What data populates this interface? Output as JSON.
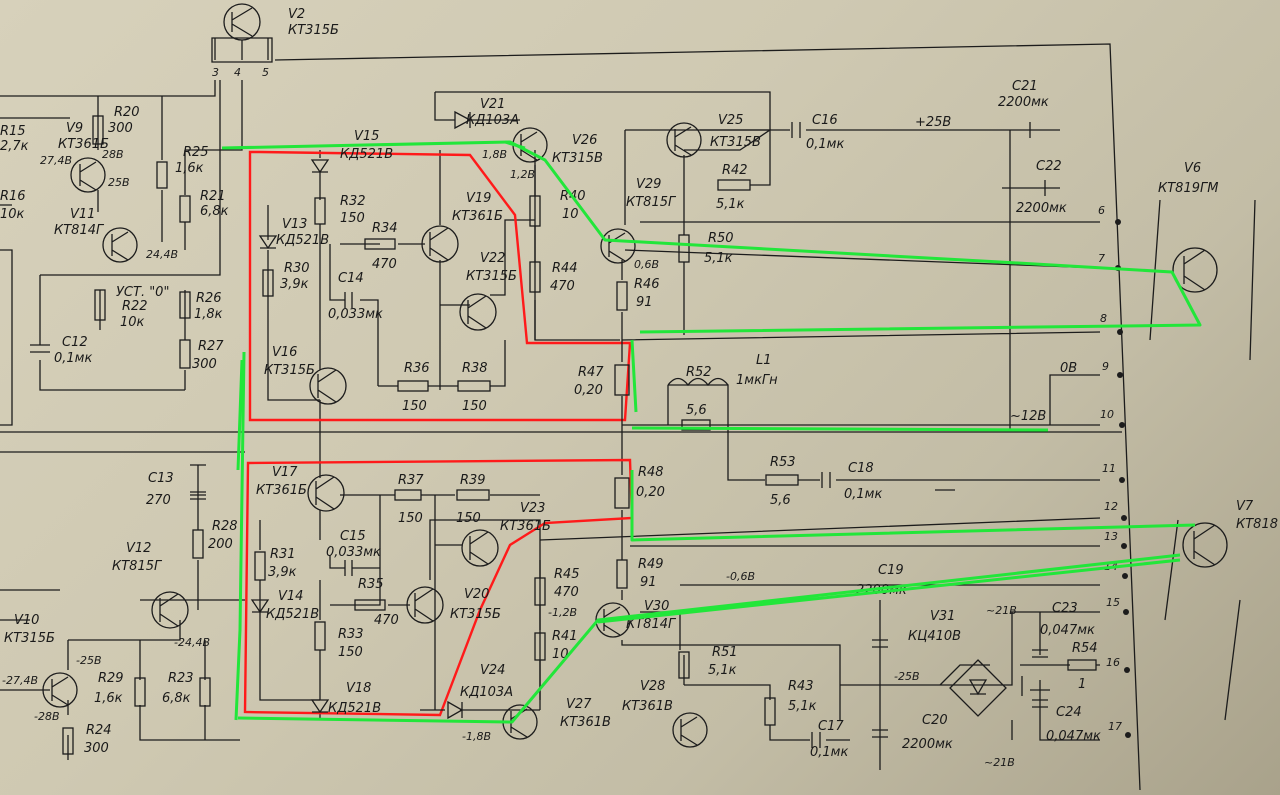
{
  "labels": {
    "V2": "V2",
    "V2_type": "КТ315Б",
    "V2_p3": "3",
    "V2_p4": "4",
    "V2_p5": "5",
    "V9": "V9",
    "V9_type": "КТ361Б",
    "V9_v": "27,4В",
    "V9_v2": "28В",
    "V9_v3": "25В",
    "R15": "R15",
    "R15_v": "2,7к",
    "R16": "R16",
    "R16_v": "10к",
    "R20": "R20",
    "R20_v": "300",
    "R25": "R25",
    "R25_v": "1,6к",
    "R21": "R21",
    "R21_v": "6,8к",
    "V11": "V11",
    "V11_type": "КТ814Г",
    "V11_v": "24,4В",
    "ust": "УСТ. \"0\"",
    "R22": "R22",
    "R22_v": "10к",
    "R26": "R26",
    "R26_v": "1,8к",
    "R27": "R27",
    "R27_v": "300",
    "C12": "C12",
    "C12_v": "0,1мк",
    "V15": "V15",
    "V15_type": "КД521В",
    "V21": "V21",
    "V21_type": "КД103А",
    "V21_v": "1,8В",
    "V26": "V26",
    "V26_type": "КТ315В",
    "V26_v": "1,2В",
    "V25": "V25",
    "V25_type": "КТ315В",
    "C16": "C16",
    "C16_v": "0,1мк",
    "plus25": "+25В",
    "C21": "C21",
    "C21_v": "2200мк",
    "C22": "C22",
    "C22_v": "2200мк",
    "V6": "V6",
    "V6_type": "КТ819ГМ",
    "V13": "V13",
    "V13_type": "КД521В",
    "R32": "R32",
    "R32_v": "150",
    "R34": "R34",
    "R34_v": "470",
    "V19": "V19",
    "V19_type": "КТ361Б",
    "R40": "R40",
    "R40_v": "10",
    "V29": "V29",
    "V29_type": "КТ815Г",
    "R42": "R42",
    "R42_v": "5,1к",
    "R30": "R30",
    "R30_v": "3,9к",
    "C14": "C14",
    "C14_v": "0,033мк",
    "V22": "V22",
    "V22_type": "КТ315Б",
    "R44": "R44",
    "R44_v": "470",
    "V29_v": "0,6В",
    "R50": "R50",
    "R50_v": "5,1к",
    "R46": "R46",
    "R46_v": "91",
    "V16": "V16",
    "V16_type": "КТ315Б",
    "R36": "R36",
    "R36_v": "150",
    "R38": "R38",
    "R38_v": "150",
    "R47": "R47",
    "R47_v": "0,20",
    "R52": "R52",
    "R52_v": "5,6",
    "L1": "L1",
    "L1_v": "1мкГн",
    "zero_v": "0В",
    "ac12": "~12В",
    "C13": "C13",
    "C13_v": "270",
    "V17": "V17",
    "V17_type": "КТ361Б",
    "R37": "R37",
    "R37_v": "150",
    "R39": "R39",
    "R39_v": "150",
    "R48": "R48",
    "R48_v": "0,20",
    "R53": "R53",
    "R53_v": "5,6",
    "C18": "C18",
    "C18_v": "0,1мк",
    "V7": "V7",
    "V7_type": "КТ818",
    "R28": "R28",
    "R28_v": "200",
    "V12": "V12",
    "V12_type": "КТ815Г",
    "C15": "C15",
    "C15_v": "0,033мк",
    "V23": "V23",
    "V23_type": "КТ361Б",
    "R31": "R31",
    "R31_v": "3,9к",
    "R49": "R49",
    "R49_v": "91",
    "neg06": "-0,6В",
    "C19": "C19",
    "C19_v": "2200мк",
    "V14": "V14",
    "V14_type": "КД521В",
    "R35": "R35",
    "R35_v": "470",
    "V20": "V20",
    "V20_type": "КТ315Б",
    "R45": "R45",
    "R45_v": "470",
    "neg12": "-1,2В",
    "V30": "V30",
    "V30_type": "КТ814Г",
    "V31": "V31",
    "V31_type": "КЦ410В",
    "ac21a": "~21В",
    "C23": "C23",
    "C23_v": "0,047мк",
    "V10": "V10",
    "V10_type": "КТ315Б",
    "V10_v1": "-25В",
    "V10_v2": "-27,4В",
    "V10_v3": "-28В",
    "R29": "R29",
    "R29_v": "1,6к",
    "R23": "R23",
    "R23_v": "6,8к",
    "R24": "R24",
    "R24_v": "300",
    "V12_v": "-24,4В",
    "R33": "R33",
    "R33_v": "150",
    "R41": "R41",
    "R41_v": "10",
    "R51": "R51",
    "R51_v": "5,1к",
    "neg25": "-25В",
    "R54": "R54",
    "R54_v": "1",
    "V18": "V18",
    "V18_type": "КД521В",
    "V24": "V24",
    "V24_type": "КД103А",
    "V24_v": "-1,8В",
    "V27": "V27",
    "V27_type": "КТ361В",
    "V28": "V28",
    "V28_type": "КТ361В",
    "R43": "R43",
    "R43_v": "5,1к",
    "C17": "C17",
    "C17_v": "0,1мк",
    "C20": "C20",
    "C20_v": "2200мк",
    "C24": "C24",
    "C24_v": "0,047мк",
    "ac21b": "~21В"
  },
  "pins": [
    "6",
    "7",
    "8",
    "9",
    "10",
    "11",
    "12",
    "13",
    "14",
    "15",
    "16",
    "17"
  ],
  "colors": {
    "ink": "#1c1c1c",
    "paper": "#d3cdb6",
    "highlight_block": "#ff1a1a",
    "signal_path": "#22e63a"
  }
}
